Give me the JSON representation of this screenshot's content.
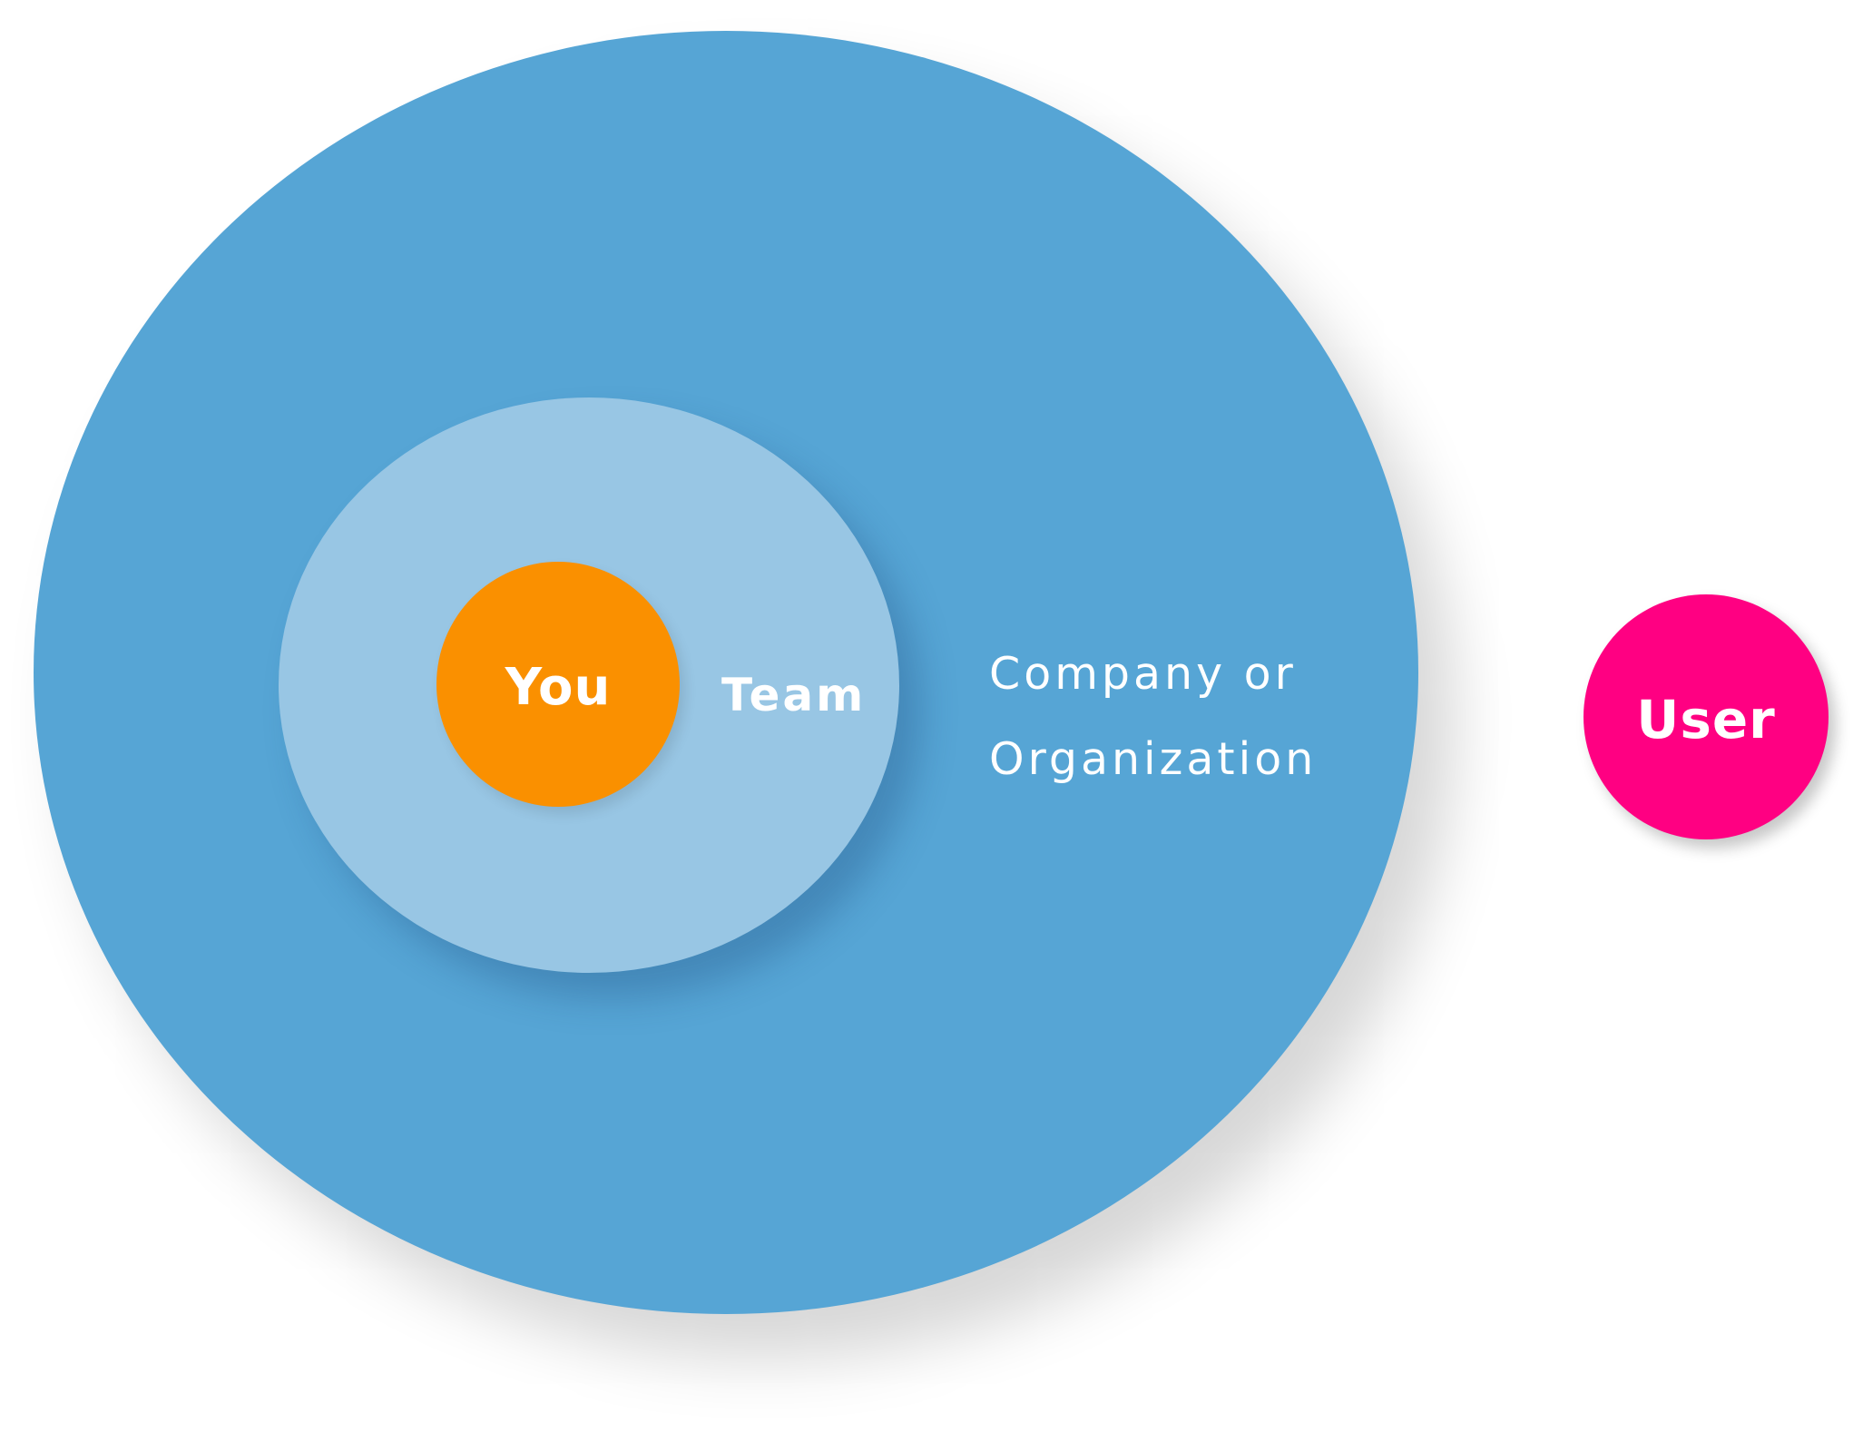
{
  "colors": {
    "company": "#56a5d5",
    "team": "#98c6e4",
    "you": "#fa9000",
    "user": "#ff0082",
    "text": "#ffffff"
  },
  "labels": {
    "you": "You",
    "team": "Team",
    "company_line1": "Company or",
    "company_line2": "Organization",
    "user": "User"
  }
}
